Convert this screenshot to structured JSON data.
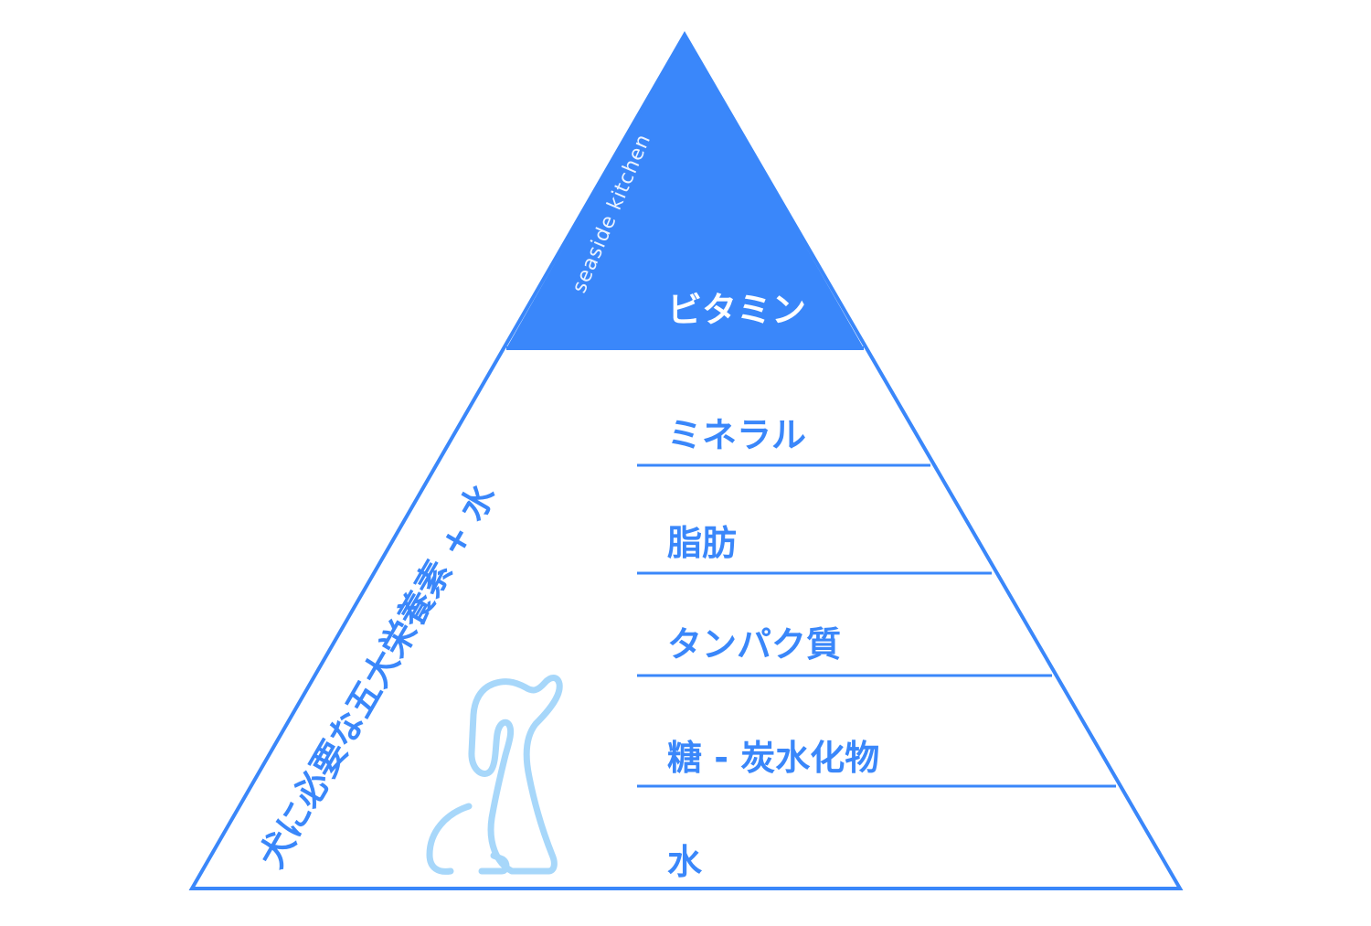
{
  "brand": "seaside kitchen",
  "side_title": "犬に必要な五大栄養素 + 水",
  "tiers": [
    {
      "label": "ビタミン"
    },
    {
      "label": "ミネラル"
    },
    {
      "label": "脂肪"
    },
    {
      "label": "タンパク質"
    },
    {
      "label": "糖 - 炭水化物"
    },
    {
      "label": "水"
    }
  ],
  "icons": [
    "sitting-dog-icon"
  ],
  "colors": {
    "primary": "#3a87fa",
    "apex_fill": "#3a87fa",
    "dog_outline": "#a7d7fa",
    "background": "#ffffff",
    "label_on_apex": "#ffffff"
  }
}
